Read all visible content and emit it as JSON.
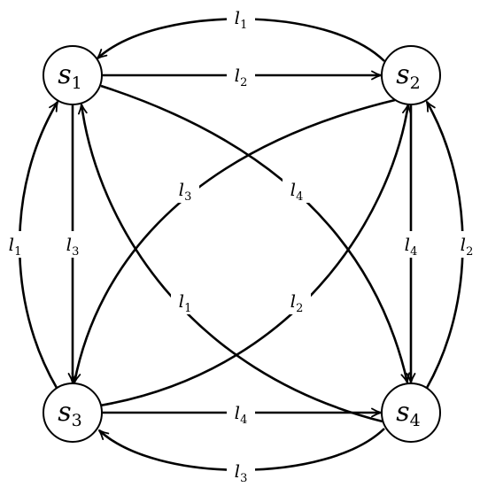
{
  "nodes": [
    {
      "id": "s1",
      "base": "s",
      "sub": "1"
    },
    {
      "id": "s2",
      "base": "s",
      "sub": "2"
    },
    {
      "id": "s3",
      "base": "s",
      "sub": "3"
    },
    {
      "id": "s4",
      "base": "s",
      "sub": "4"
    }
  ],
  "edges": [
    {
      "id": "s2-s1-outer",
      "from": "s2",
      "to": "s1",
      "base": "l",
      "sub": "1"
    },
    {
      "id": "s1-s2-straight",
      "from": "s1",
      "to": "s2",
      "base": "l",
      "sub": "2"
    },
    {
      "id": "s3-s1-outer",
      "from": "s3",
      "to": "s1",
      "base": "l",
      "sub": "1"
    },
    {
      "id": "s1-s3-straight",
      "from": "s1",
      "to": "s3",
      "base": "l",
      "sub": "3"
    },
    {
      "id": "s4-s2-outer",
      "from": "s4",
      "to": "s2",
      "base": "l",
      "sub": "2"
    },
    {
      "id": "s2-s4-straight",
      "from": "s2",
      "to": "s4",
      "base": "l",
      "sub": "4"
    },
    {
      "id": "s3-s4-straight",
      "from": "s3",
      "to": "s4",
      "base": "l",
      "sub": "4"
    },
    {
      "id": "s4-s3-outer",
      "from": "s4",
      "to": "s3",
      "base": "l",
      "sub": "3"
    },
    {
      "id": "s2-s3-curve",
      "from": "s2",
      "to": "s3",
      "base": "l",
      "sub": "3"
    },
    {
      "id": "s1-s4-curve",
      "from": "s1",
      "to": "s4",
      "base": "l",
      "sub": "4"
    },
    {
      "id": "s4-s1-curve",
      "from": "s4",
      "to": "s1",
      "base": "l",
      "sub": "1"
    },
    {
      "id": "s3-s2-curve",
      "from": "s3",
      "to": "s2",
      "base": "l",
      "sub": "2"
    }
  ]
}
